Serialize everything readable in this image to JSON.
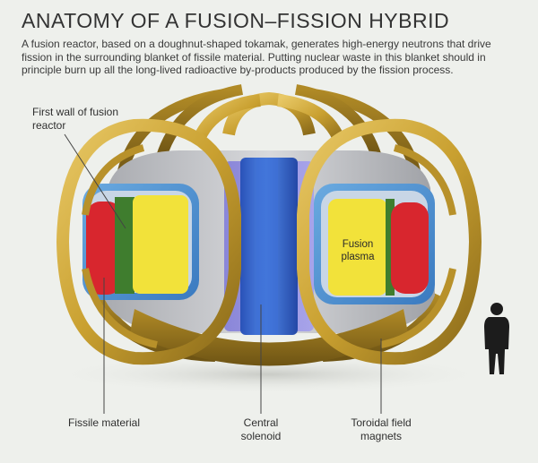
{
  "title": "ANATOMY OF A FUSION–FISSION HYBRID",
  "subtitle": "A fusion reactor, based on a doughnut-shaped tokamak, generates high-energy neutrons that drive fission in the surrounding blanket of fissile material. Putting nuclear waste in this blanket should in principle burn up all the long-lived radioactive by-products produced by the fission process.",
  "labels": {
    "first_wall": "First wall of fusion reactor",
    "fusion_plasma": "Fusion plasma",
    "fissile_material": "Fissile material",
    "central_solenoid": "Central solenoid",
    "toroidal_field_magnets": "Toroidal field magnets"
  },
  "colors": {
    "magnet_gold": "#c9a030",
    "vessel_blue": "#4a8fcc",
    "plasma_yellow": "#f2e23a",
    "fissile_red": "#d8262e",
    "first_wall_green": "#3f7d2e",
    "solenoid_blue": "#2f5fc8",
    "shell_gray": "#c7c8cc"
  }
}
